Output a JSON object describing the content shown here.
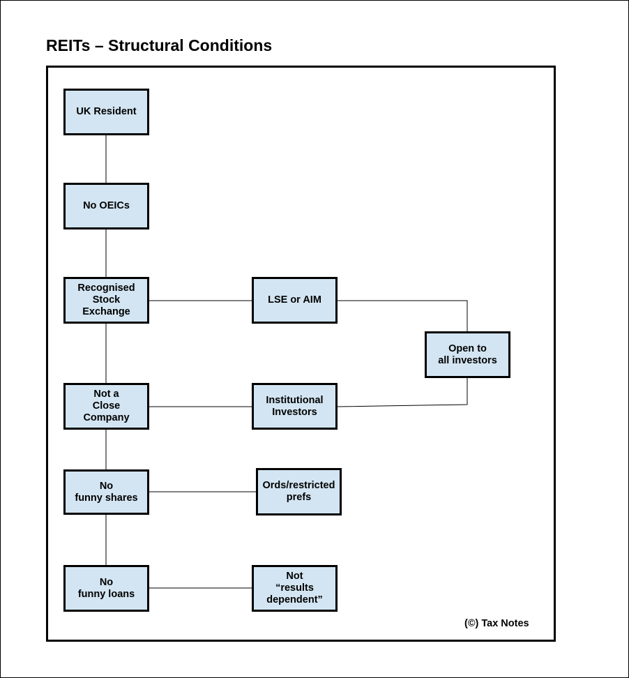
{
  "title": "REITs – Structural Conditions",
  "nodes": {
    "uk_resident": "UK Resident",
    "no_oeics": "No OEICs",
    "recognised_stock_exchange": "Recognised\nStock\nExchange",
    "lse_or_aim": "LSE or AIM",
    "open_to_all_investors": "Open to\nall investors",
    "not_a_close_company": "Not a\nClose Company",
    "institutional_investors": "Institutional\nInvestors",
    "no_funny_shares": "No\nfunny shares",
    "ords_restricted_prefs": "Ords/restricted\nprefs",
    "no_funny_loans": "No\nfunny loans",
    "not_results_dependent": "Not\n“results\ndependent”"
  },
  "copyright": "(©) Tax Notes",
  "colors": {
    "box_fill": "#d3e5f2",
    "border": "#000000"
  }
}
